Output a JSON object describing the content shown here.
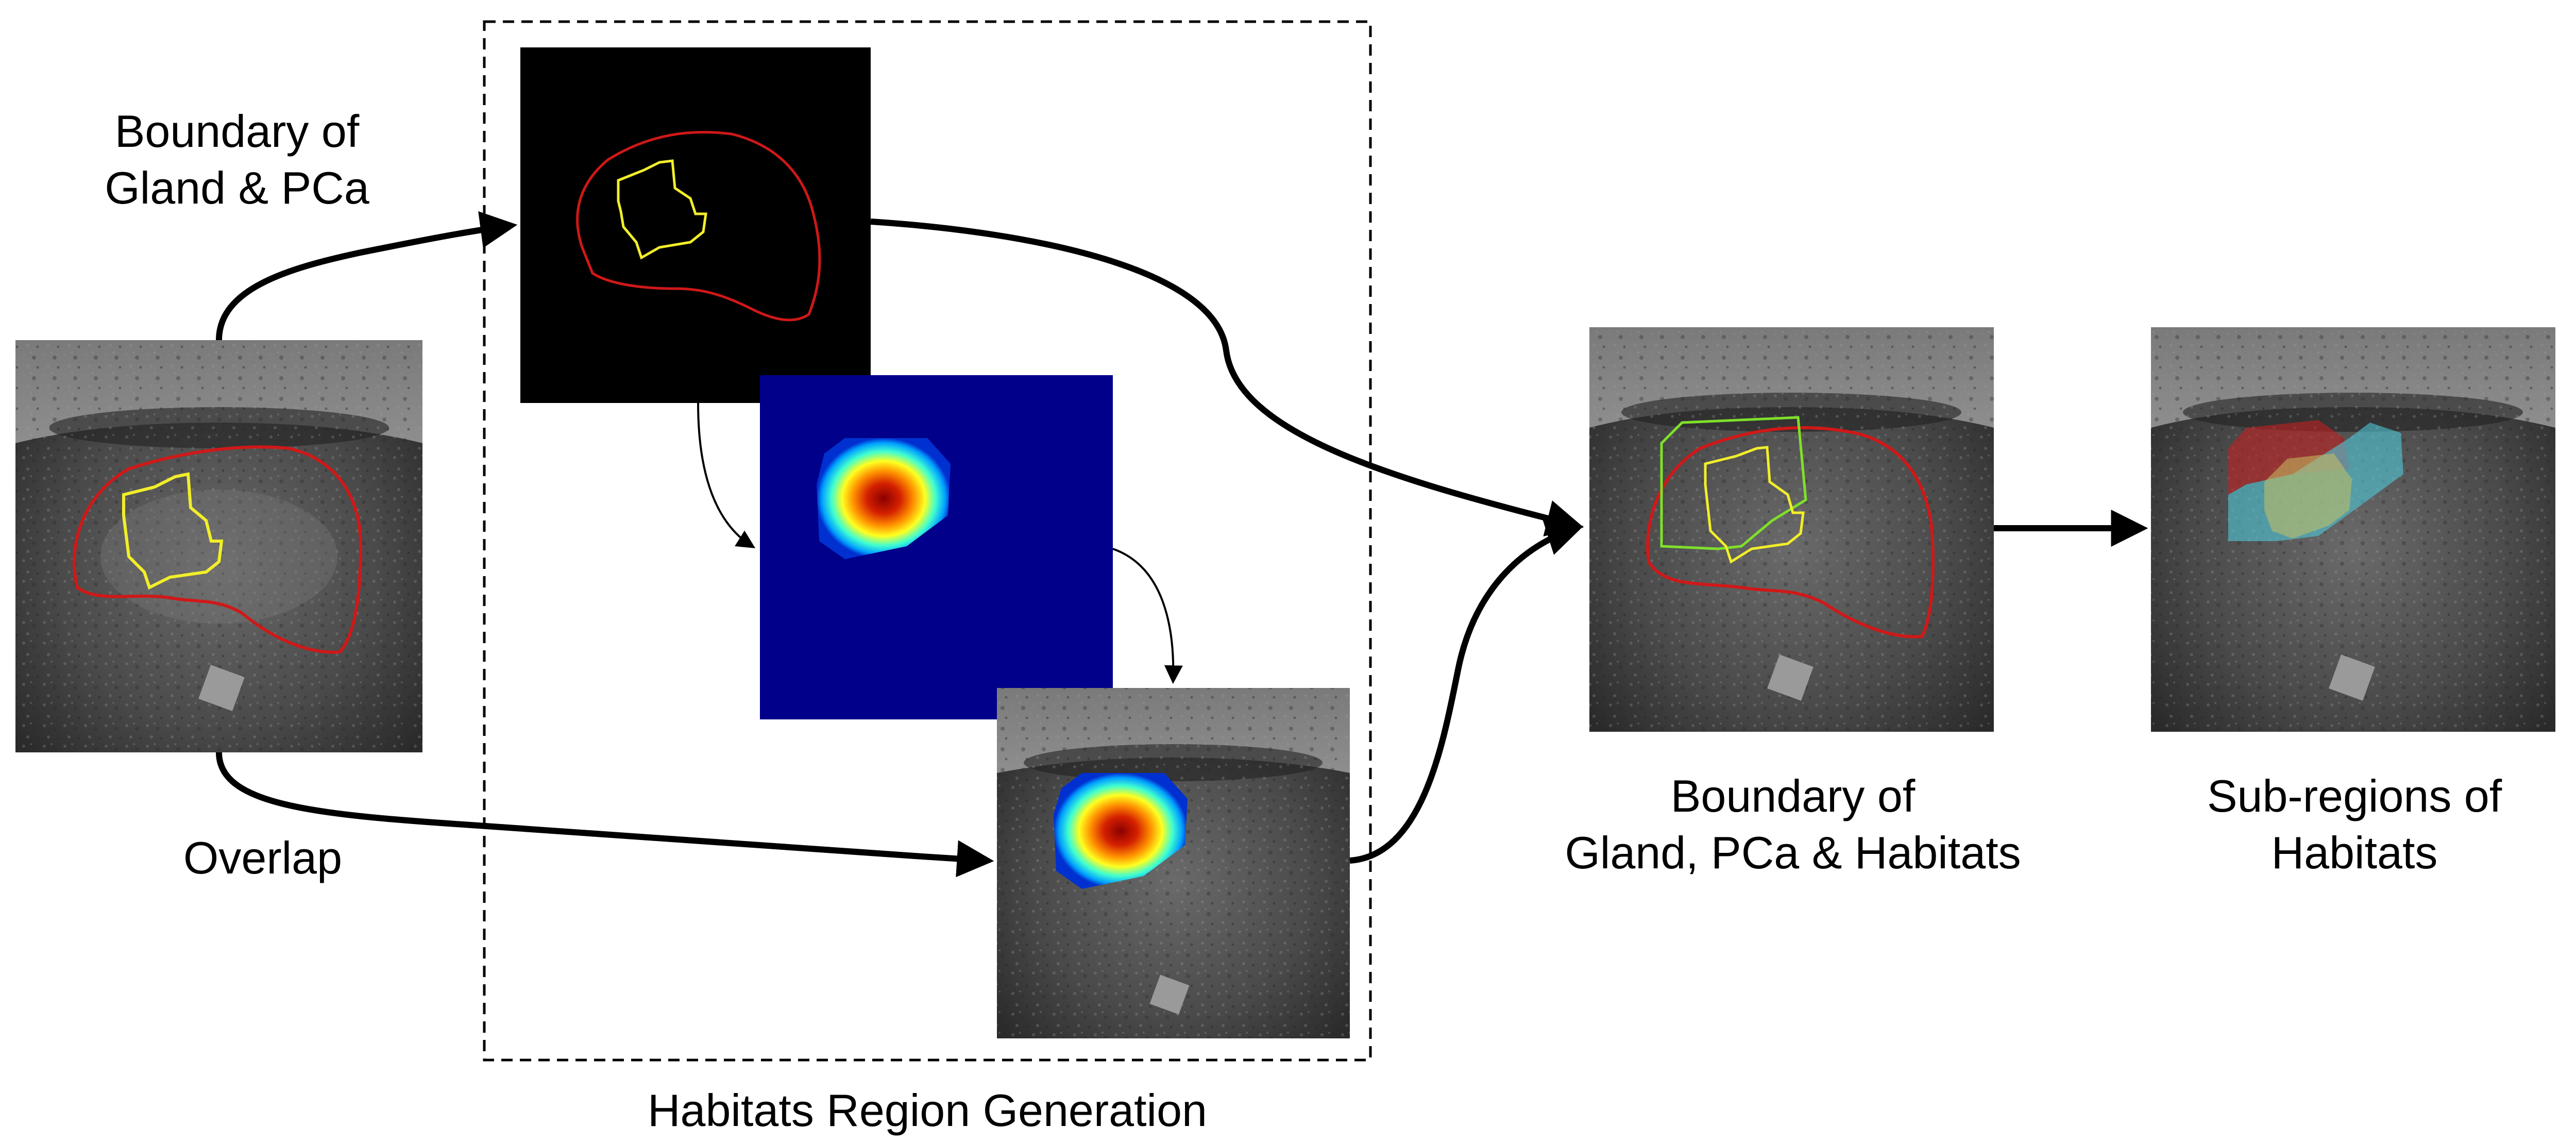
{
  "labels": {
    "boundary_gland_pca_line1": "Boundary of",
    "boundary_gland_pca_line2": "Gland & PCa",
    "overlap": "Overlap",
    "habitats_region_generation": "Habitats Region Generation",
    "boundary_all_line1": "Boundary of",
    "boundary_all_line2": "Gland, PCa & Habitats",
    "subregions_line1": "Sub-regions of",
    "subregions_line2": "Habitats"
  },
  "colors": {
    "gland_contour": "#d01818",
    "pca_contour": "#f2ee2a",
    "habitat_contour": "#7fe02a",
    "black_panel": "#000000",
    "heatmap_background": "#00008a",
    "arrow": "#000000",
    "dashed_box": "#000000"
  },
  "panels": [
    {
      "name": "input-mri-image",
      "kind": "mri-with-gland-and-pca-contours"
    },
    {
      "name": "boundary-mask-image",
      "kind": "gland-and-pca-contours-on-black"
    },
    {
      "name": "habitat-heatmap-image",
      "kind": "jet-heatmap"
    },
    {
      "name": "heatmap-overlay-image",
      "kind": "mri-with-heatmap-overlay"
    },
    {
      "name": "combined-boundary-image",
      "kind": "mri-with-gland-pca-habitat-contours"
    },
    {
      "name": "subregions-image",
      "kind": "mri-with-colored-subregions"
    }
  ]
}
